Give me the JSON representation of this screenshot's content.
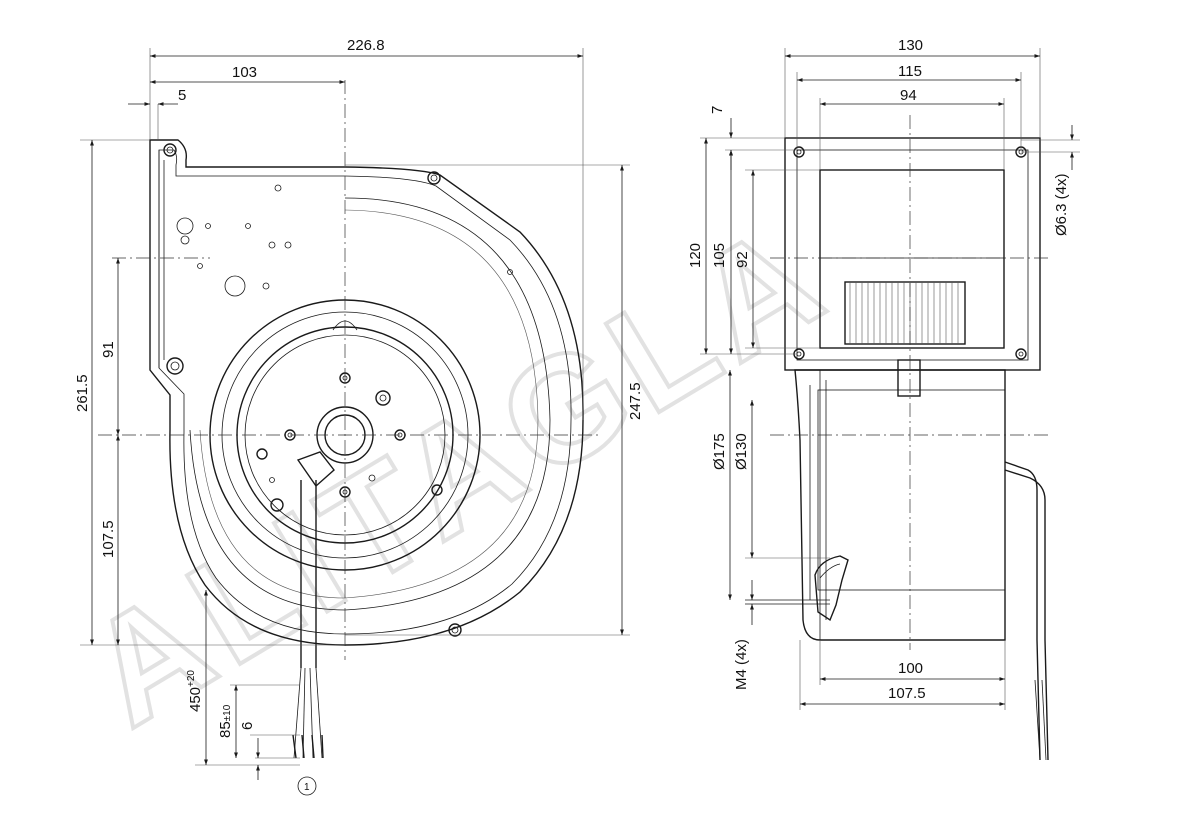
{
  "watermark": "ALITAGLA",
  "front_view": {
    "dims": {
      "overall_width": "226.8",
      "axis_offset": "103",
      "flange": "5",
      "overall_height": "261.5",
      "upper_height": "91",
      "lower_height": "107.5",
      "right_height": "247.5"
    },
    "cable": {
      "length": "450",
      "length_tol": "+20",
      "strip": "85",
      "strip_tol": "±10",
      "end": "6",
      "callout": "1"
    }
  },
  "side_view": {
    "dims": {
      "width_130": "130",
      "width_115": "115",
      "width_94": "94",
      "top_7": "7",
      "height_120": "120",
      "height_105": "105",
      "height_92": "92",
      "hole_dia": "Ø6.3 (4x)",
      "dia_175": "Ø175",
      "dia_130": "Ø130",
      "thread": "M4 (4x)",
      "depth_100": "100",
      "depth_107_5": "107.5"
    }
  }
}
